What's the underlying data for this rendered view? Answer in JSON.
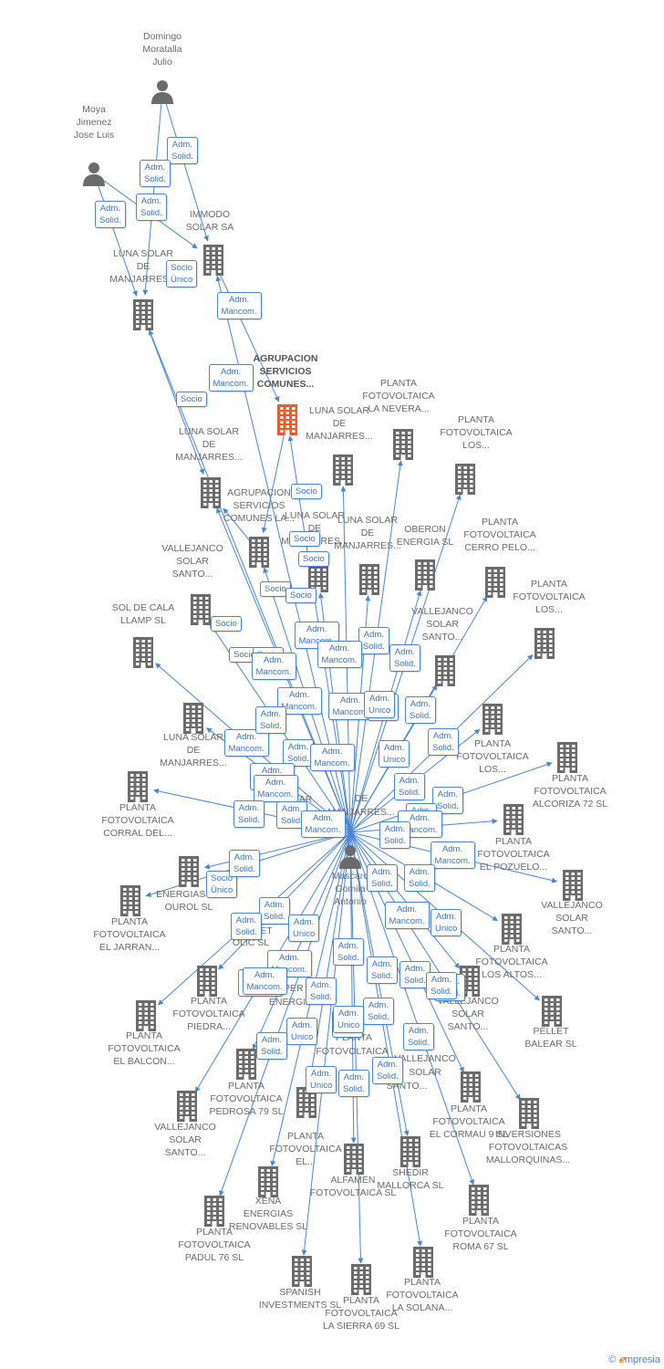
{
  "colors": {
    "edge": "#4a86d4",
    "icon": "#6b6b6b",
    "root_icon": "#f05a28",
    "badge_text": "#3a74c4"
  },
  "nodes": [
    {
      "id": "domingo",
      "type": "person",
      "label": "Domingo\nMoratalla\nJulio"
    },
    {
      "id": "moya",
      "type": "person",
      "label": "Moya\nJimenez\nJose Luis"
    },
    {
      "id": "mascaro",
      "type": "person",
      "label": "Mascaro\nGomila\nAntonio"
    },
    {
      "id": "immodo",
      "type": "company",
      "label": "IMMODO\nSOLAR SA"
    },
    {
      "id": "luna1",
      "type": "company",
      "label": "LUNA SOLAR\nDE\nMANJARRES..."
    },
    {
      "id": "agrup1",
      "type": "company",
      "label": "AGRUPACION\nSERVICIOS\nCOMUNES...",
      "root": true
    },
    {
      "id": "luna2",
      "type": "company",
      "label": "LUNA SOLAR\nDE\nMANJARRES..."
    },
    {
      "id": "luna3",
      "type": "company",
      "label": "LUNA SOLAR\nDE\nMANJARRES..."
    },
    {
      "id": "nevera",
      "type": "company",
      "label": "PLANTA\nFOTOVOLTAICA\nLA NEVERA..."
    },
    {
      "id": "pf_los1",
      "type": "company",
      "label": "PLANTA\nFOTOVOLTAICA\nLOS..."
    },
    {
      "id": "agrup2",
      "type": "company",
      "label": "AGRUPACION\nSERVICIOS\nCOMUNES LA..."
    },
    {
      "id": "luna4",
      "type": "company",
      "label": "LUNA SOLAR\nDE\nMANJARRES..."
    },
    {
      "id": "luna5",
      "type": "company",
      "label": "LUNA SOLAR\nDE\nMANJARRES..."
    },
    {
      "id": "oberon",
      "type": "company",
      "label": "OBERON\nENERGIA SL"
    },
    {
      "id": "cerro",
      "type": "company",
      "label": "PLANTA\nFOTOVOLTAICA\nCERRO PELO..."
    },
    {
      "id": "vallej1",
      "type": "company",
      "label": "VALLEJANCO\nSOLAR\nSANTO..."
    },
    {
      "id": "pf_los2",
      "type": "company",
      "label": "PLANTA\nFOTOVOLTAICA\nLOS..."
    },
    {
      "id": "solcala",
      "type": "company",
      "label": "SOL DE CALA\nLLAMP SL"
    },
    {
      "id": "vallej2",
      "type": "company",
      "label": "VALLEJANCO\nSOLAR\nSANTO..."
    },
    {
      "id": "luna6",
      "type": "company",
      "label": "LUNA SOLAR\nDE\nMANJARRES..."
    },
    {
      "id": "pf_los3",
      "type": "company",
      "label": "PLANTA\nFOTOVOLTAICA\nLOS..."
    },
    {
      "id": "alcoriza",
      "type": "company",
      "label": "PLANTA\nFOTOVOLTAICA\nALCORIZA 72 SL"
    },
    {
      "id": "corral",
      "type": "company",
      "label": "PLANTA\nFOTOVOLTAICA\nCORRAL DEL..."
    },
    {
      "id": "pozuelo",
      "type": "company",
      "label": "PLANTA\nFOTOVOLTAICA\nEL POZUELO..."
    },
    {
      "id": "ourol",
      "type": "company",
      "label": "ENERGIAS DE\nOUROL SL"
    },
    {
      "id": "vallej3",
      "type": "company",
      "label": "VALLEJANCO\nSOLAR\nSANTO..."
    },
    {
      "id": "jarran",
      "type": "company",
      "label": "PLANTA\nFOTOVOLTAICA\nEL JARRAN..."
    },
    {
      "id": "losaltos",
      "type": "company",
      "label": "PLANTA\nFOTOVOLTAICA\nLOS ALTOS..."
    },
    {
      "id": "piedra",
      "type": "company",
      "label": "PLANTA\nFOTOVOLTAICA\nPIEDRA..."
    },
    {
      "id": "pellet",
      "type": "company",
      "label": "PELLET\nBALEAR SL"
    },
    {
      "id": "balcon",
      "type": "company",
      "label": "PLANTA\nFOTOVOLTAICA\nEL BALCON..."
    },
    {
      "id": "vallej4",
      "type": "company",
      "label": "VALLEJANCO\nSOLAR\nSANTO..."
    },
    {
      "id": "pedrosa",
      "type": "company",
      "label": "PLANTA\nFOTOVOLTAICA\nPEDROSA 79 SL"
    },
    {
      "id": "vallej5",
      "type": "company",
      "label": "VALLEJANCO\nSOLAR\nSANTO..."
    },
    {
      "id": "cormau",
      "type": "company",
      "label": "PLANTA\nFOTOVOLTAICA\nEL CORMAU 9 SL"
    },
    {
      "id": "inversiones",
      "type": "company",
      "label": "INVERSIONES\nFOTOVOLTAICAS\nMALLORQUINAS..."
    },
    {
      "id": "pf_el",
      "type": "company",
      "label": "PLANTA\nFOTOVOLTAICA\nEL..."
    },
    {
      "id": "alfamen",
      "type": "company",
      "label": "ALFAMEN\nFOTOVOLTAICA SL"
    },
    {
      "id": "shedir",
      "type": "company",
      "label": "SHEDIR\nMALLORCA SL"
    },
    {
      "id": "xena",
      "type": "company",
      "label": "XENA\nENERGIAS\nRENOVABLES SL"
    },
    {
      "id": "padul",
      "type": "company",
      "label": "PLANTA\nFOTOVOLTAICA\nPADUL 76 SL"
    },
    {
      "id": "roma",
      "type": "company",
      "label": "PLANTA\nFOTOVOLTAICA\nROMA 67 SL"
    },
    {
      "id": "spanish",
      "type": "company",
      "label": "SPANISH\nINVESTMENTS SL"
    },
    {
      "id": "sierra",
      "type": "company",
      "label": "PLANTA\nFOTOVOLTAICA\nLA SIERRA 69 SL"
    },
    {
      "id": "solana",
      "type": "company",
      "label": "PLANTA\nFOTOVOLTAICA\nLA SOLANA..."
    }
  ],
  "fragments": [
    "UPER",
    "ENERGIAS",
    "ET",
    "OLIC SL",
    "PLANTA",
    "FOTOVOLTAICA",
    "LOS",
    "VALLEJANCO",
    "SOLAR",
    "SANTO...",
    "DE",
    "MANJARRES...",
    "AR"
  ],
  "badges": [
    "Adm.\nSolid.",
    "Adm.\nSolid.",
    "Adm.\nSolid.",
    "Adm.\nSolid.",
    "Socio\nÚnico",
    "Adm.\nMancom.",
    "Adm.\nMancom.",
    "Socio",
    "Socio",
    "Socio",
    "Socio",
    "Socio",
    "Socio",
    "Socio",
    "Socio",
    "Socio",
    "Adm.\nMancom.",
    "Adm.\nSolid.",
    "Adm.\nSolid.",
    "Adm.\nMancom.",
    "Adm.\nMancom.",
    "Adm.\nMancom.",
    "Adm.\nMancom.",
    "Adm.\nUnico",
    "Adm.\nSolid.",
    "Adm.\nMancom.",
    "Adm.\nSolid.",
    "Adm.\nMancom.",
    "Adm.\nSolid.",
    "Adm.\nUnico",
    "Adm.\nSolid.",
    "Adm.\nMancom.",
    "Adm.\nMancom.",
    "Adm.\nSolid.",
    "Adm.\nMancom.",
    "Adm.\nSolid.",
    "Adm.\nSolid.",
    "Adm.\nSolid.",
    "Adm.\nSolid.",
    "Adm.\nMancom.",
    "Adm.\nMancom.",
    "Adm.\nSolid.",
    "Adm.\nUnico",
    "Socio\nÚnico",
    "Adm.\nSolid.",
    "Adm.\nSolid.",
    "Adm.\nSolid.",
    "Adm.\nSolid.",
    "Adm.\nMancom.",
    "Adm.\nSolid.",
    "Adm.\nUnico",
    "Adm.\nSolid.",
    "Adm.\nMancom.",
    "Adm.\nSolid.",
    "Adm.\nSolid.",
    "Adm.\nMancom.",
    "Adm.\nUnico",
    "Adm.\nSolid.",
    "Adm.\nSolid.",
    "Adm.\nUnico",
    "Adm.\nMancom.",
    "Adm.\nSolid.",
    "Adm.\nSolid.",
    "Adm.\nUnico",
    "Adm.\nSolid.",
    "Adm.\nSolid.",
    "Adm.\nSolid.",
    "Adm.\nSolid.",
    "Adm.\nUnico",
    "Adm.\nSolid."
  ],
  "footer": {
    "copyright": "©",
    "brand_e": "ℯ",
    "brand_rest": "mpresia"
  }
}
